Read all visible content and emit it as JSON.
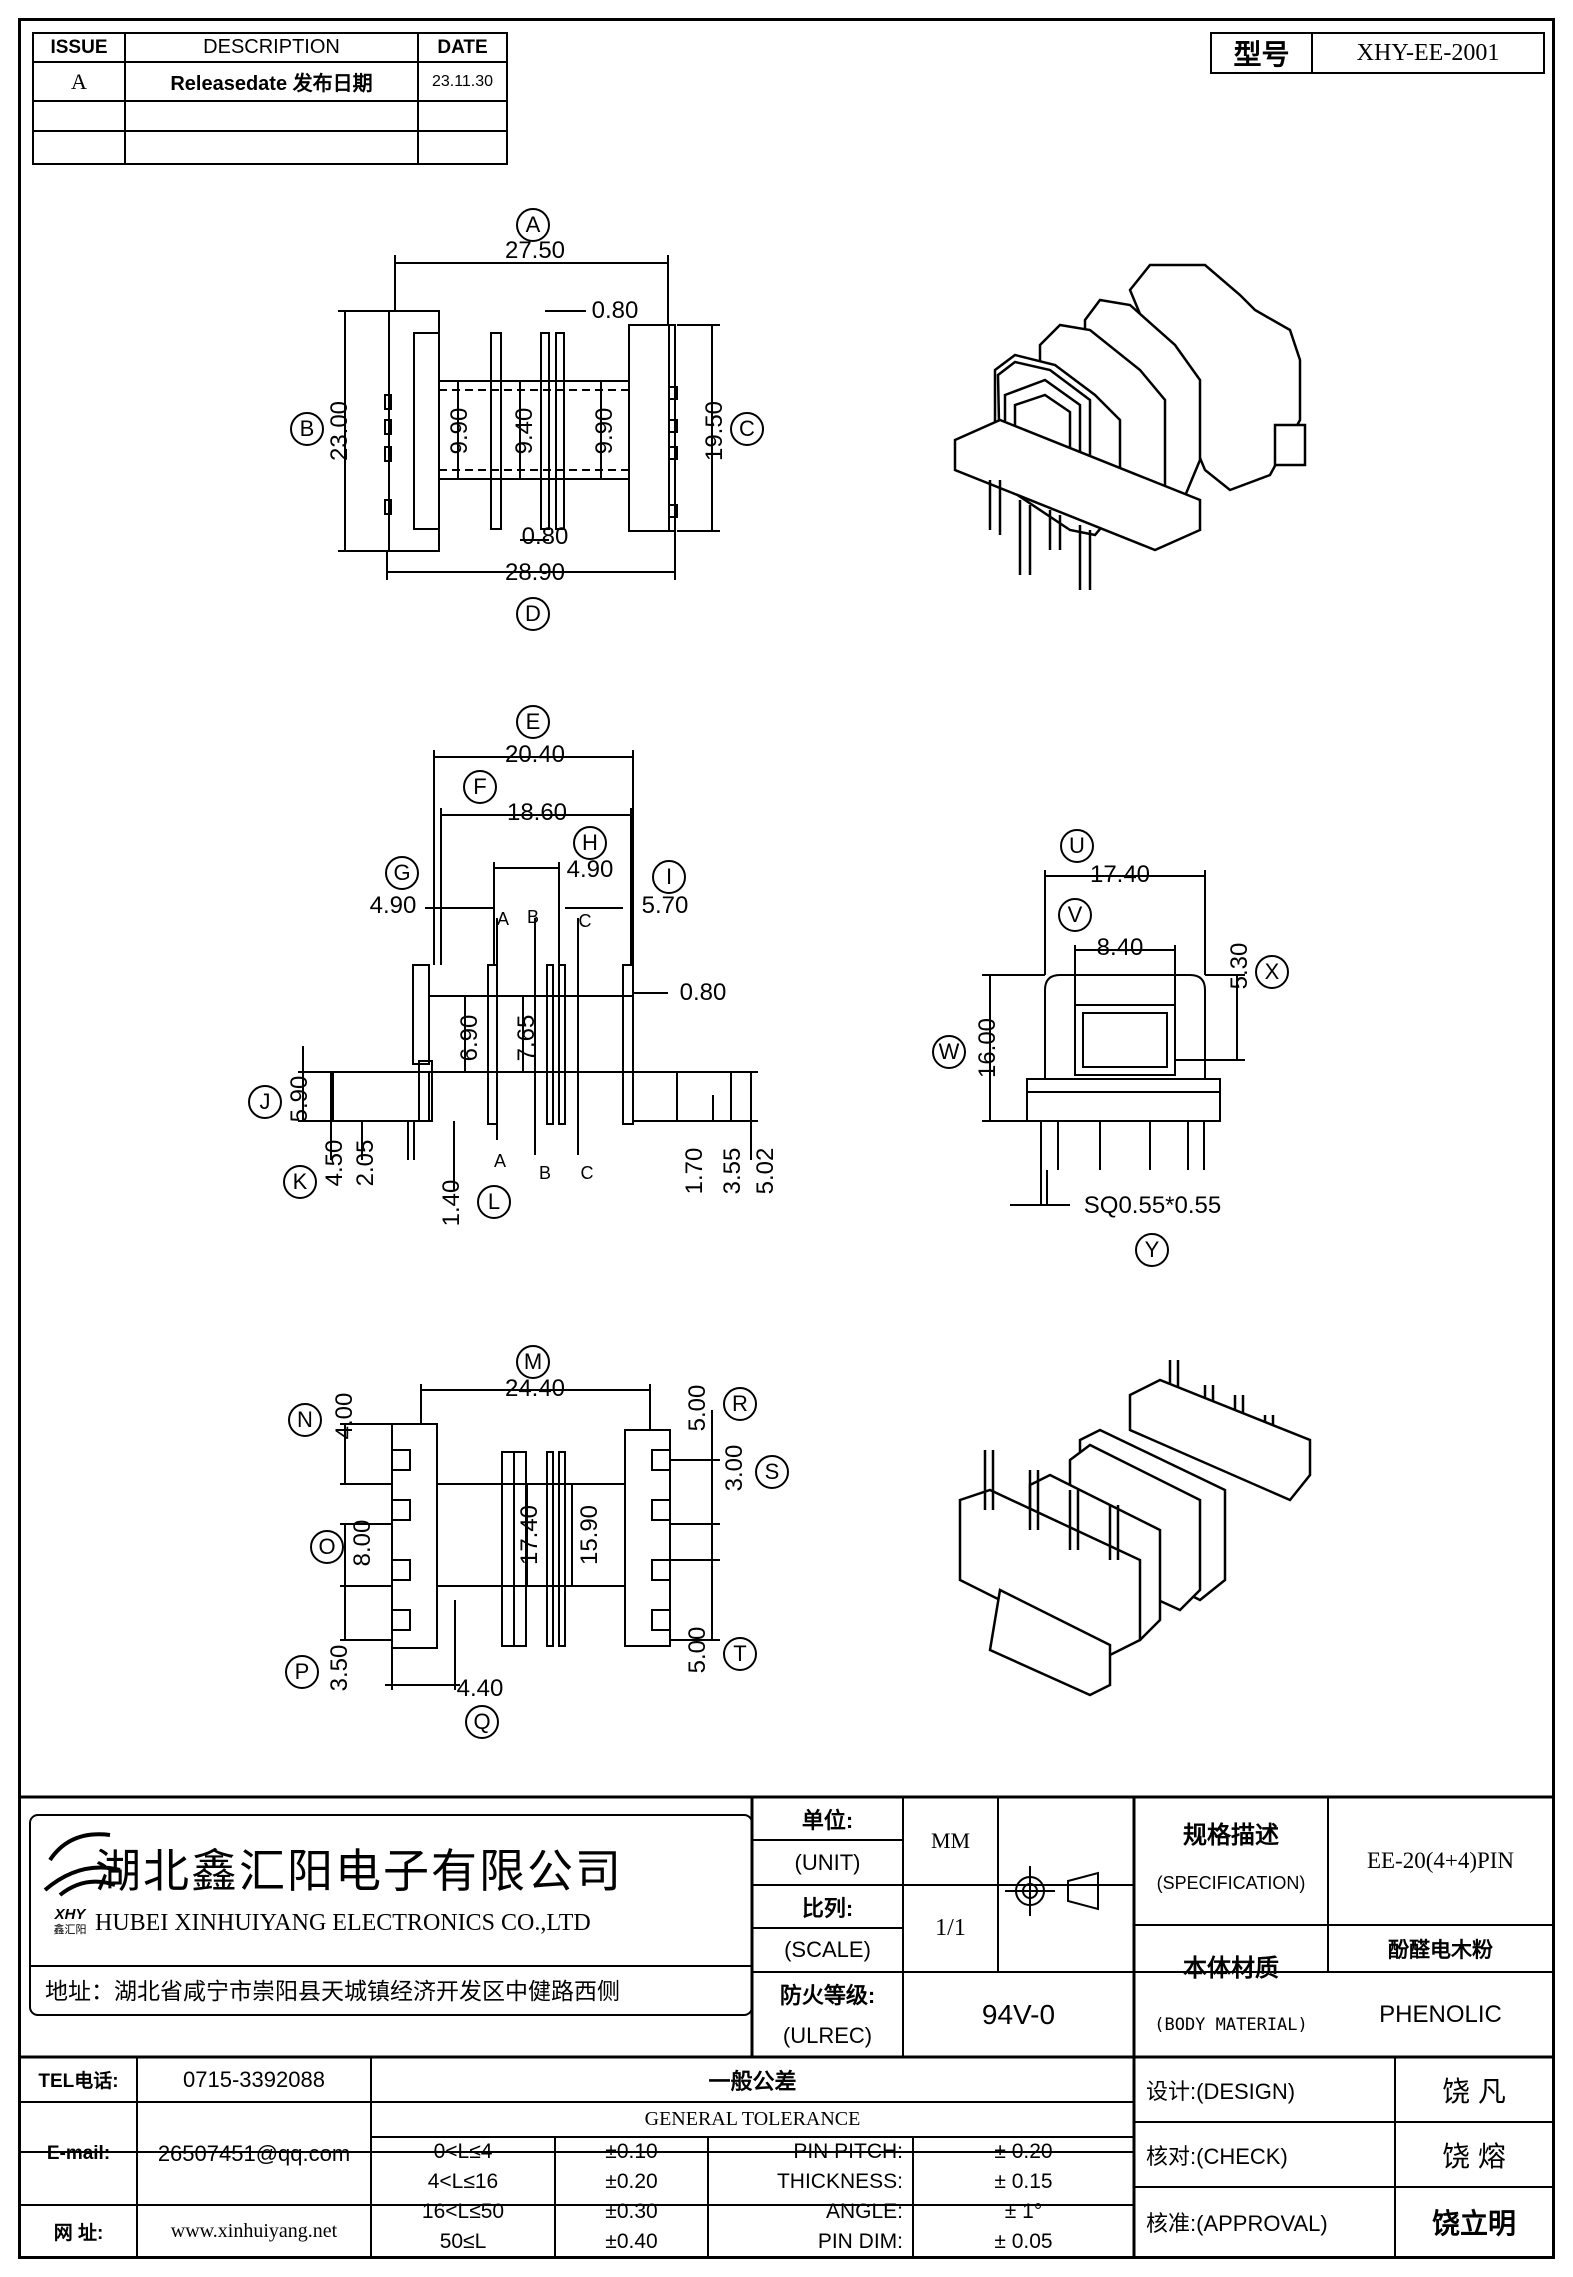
{
  "revision": {
    "headers": {
      "issue": "ISSUE",
      "description": "DESCRIPTION",
      "date": "DATE"
    },
    "rows": [
      {
        "issue": "A",
        "description": "Releasedate 发布日期",
        "date": "23.11.30"
      }
    ]
  },
  "model": {
    "label": "型号",
    "value": "XHY-EE-2001"
  },
  "view1": {
    "dims": {
      "a": "27.50",
      "b": "23.00",
      "c": "19.50",
      "d": "28.90",
      "top_gap": "0.80",
      "bot_gap": "0.80",
      "left_core": "9.90",
      "mid_core": "9.40",
      "right_core": "9.90"
    },
    "markers": {
      "a": "A",
      "b": "B",
      "c": "C",
      "d": "D"
    }
  },
  "view2": {
    "dims": {
      "e": "20.40",
      "f": "18.60",
      "h": "4.90",
      "g": "4.90",
      "i": "5.70",
      "top_gap": "0.80",
      "core1": "6.90",
      "core2": "7.65",
      "j": "5.90",
      "k1": "4.50",
      "k2": "2.05",
      "l": "1.40",
      "r1": "1.70",
      "r2": "3.55",
      "r3": "5.02"
    },
    "markers": {
      "e": "E",
      "f": "F",
      "g": "G",
      "h": "H",
      "i": "I",
      "j": "J",
      "k": "K",
      "l": "L"
    },
    "section_letters": {
      "a": "A",
      "b": "B",
      "c": "C"
    }
  },
  "view3": {
    "dims": {
      "u": "17.40",
      "v": "8.40",
      "x": "5.30",
      "w": "16.00",
      "y": "SQ0.55*0.55"
    },
    "markers": {
      "u": "U",
      "v": "V",
      "w": "W",
      "x": "X",
      "y": "Y"
    }
  },
  "view4": {
    "dims": {
      "m": "24.40",
      "n": "4.00",
      "o": "8.00",
      "p": "3.50",
      "q": "4.40",
      "r": "5.00",
      "s": "3.00",
      "t": "5.00",
      "core1": "17.40",
      "core2": "15.90"
    },
    "markers": {
      "m": "M",
      "n": "N",
      "o": "O",
      "p": "P",
      "q": "Q",
      "r": "R",
      "s": "S",
      "t": "T"
    }
  },
  "company": {
    "name_cn": "湖北鑫汇阳电子有限公司",
    "name_en": "HUBEI XINHUIYANG ELECTRONICS CO.,LTD",
    "address": "地址：湖北省咸宁市崇阳县天城镇经济开发区中健路西侧",
    "logo_text": "XHY",
    "logo_sub": "鑫汇阳"
  },
  "title_block": {
    "unit_cn": "单位:",
    "unit_en": "(UNIT)",
    "unit_val": "MM",
    "scale_cn": "比列:",
    "scale_en": "(SCALE)",
    "scale_val": "1/1",
    "fire_cn": "防火等级:",
    "fire_en": "(ULREC)",
    "fire_val": "94V-0",
    "spec_cn": "规格描述",
    "spec_en": "(SPECIFICATION)",
    "spec_val": "EE-20(4+4)PIN",
    "mat_cn": "本体材质",
    "mat_en": "(BODY MATERIAL)",
    "mat_val_cn": "酚醛电木粉",
    "mat_val_en": "PHENOLIC"
  },
  "contact": {
    "tel_label": "TEL电话:",
    "tel": "0715-3392088",
    "email_label": "E-mail:",
    "email": "26507451@qq.com",
    "web_label": "网  址:",
    "web": "www.xinhuiyang.net"
  },
  "tolerance": {
    "title_cn": "一般公差",
    "title_en": "GENERAL TOLERANCE",
    "rows": [
      {
        "range": "0<L≤4",
        "tol": "±0.10",
        "item": "PIN PITCH:",
        "val": "±  0.20"
      },
      {
        "range": "4<L≤16",
        "tol": "±0.20",
        "item": "THICKNESS:",
        "val": "±  0.15"
      },
      {
        "range": "16<L≤50",
        "tol": "±0.30",
        "item": "ANGLE:",
        "val": "±  1°"
      },
      {
        "range": "50≤L",
        "tol": "±0.40",
        "item": "PIN DIM:",
        "val": "±  0.05"
      }
    ]
  },
  "approvals": [
    {
      "label": "设计:(DESIGN)",
      "name": "饶  凡"
    },
    {
      "label": "核对:(CHECK)",
      "name": "饶  熔"
    },
    {
      "label": "核准:(APPROVAL)",
      "name": "饶立明"
    }
  ]
}
